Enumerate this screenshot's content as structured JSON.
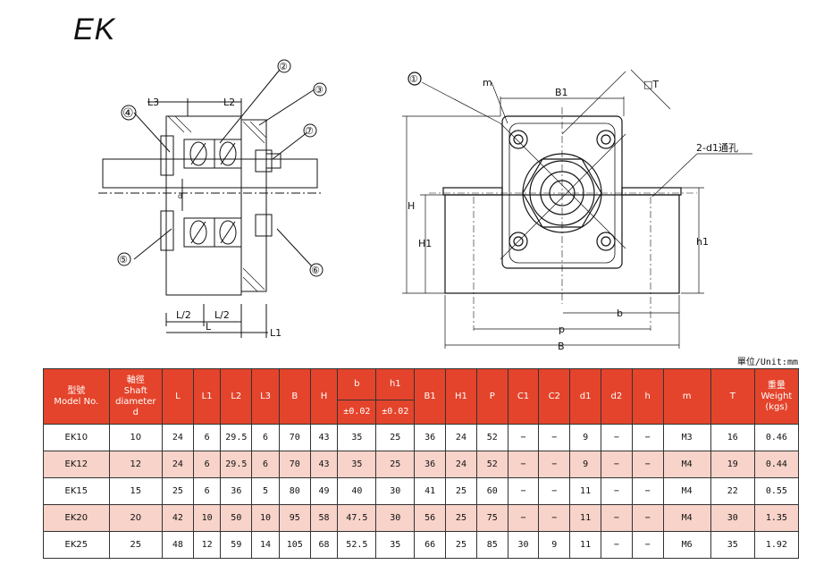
{
  "title": "EK",
  "unit_label": "單位/Unit:mm",
  "left_drawing": {
    "callouts": [
      "②",
      "③",
      "④",
      "⑦",
      "⑤",
      "⑥"
    ],
    "dims": [
      "L3",
      "L2",
      "L/2",
      "L/2",
      "L",
      "L1",
      "d"
    ]
  },
  "right_drawing": {
    "callouts": [
      "①"
    ],
    "labels": [
      "m",
      "B1",
      "□T",
      "2-d1通孔",
      "H",
      "H1",
      "h1",
      "b",
      "p",
      "B"
    ]
  },
  "table": {
    "headers": [
      {
        "key": "model",
        "lines": [
          "型號",
          "Model No."
        ]
      },
      {
        "key": "shaft",
        "lines": [
          "軸徑",
          "Shaft",
          "diameter",
          "d"
        ]
      },
      {
        "key": "L",
        "lines": [
          "L"
        ]
      },
      {
        "key": "L1",
        "lines": [
          "L1"
        ]
      },
      {
        "key": "L2",
        "lines": [
          "L2"
        ]
      },
      {
        "key": "L3",
        "lines": [
          "L3"
        ]
      },
      {
        "key": "B",
        "lines": [
          "B"
        ]
      },
      {
        "key": "H",
        "lines": [
          "H"
        ]
      },
      {
        "key": "b",
        "lines": [
          "b"
        ],
        "sub": "±0.02"
      },
      {
        "key": "h1",
        "lines": [
          "h1"
        ],
        "sub": "±0.02"
      },
      {
        "key": "B1",
        "lines": [
          "B1"
        ]
      },
      {
        "key": "H1",
        "lines": [
          "H1"
        ]
      },
      {
        "key": "P",
        "lines": [
          "P"
        ]
      },
      {
        "key": "C1",
        "lines": [
          "C1"
        ]
      },
      {
        "key": "C2",
        "lines": [
          "C2"
        ]
      },
      {
        "key": "d1",
        "lines": [
          "d1"
        ]
      },
      {
        "key": "d2",
        "lines": [
          "d2"
        ]
      },
      {
        "key": "h",
        "lines": [
          "h"
        ]
      },
      {
        "key": "m",
        "lines": [
          "m"
        ]
      },
      {
        "key": "T",
        "lines": [
          "T"
        ]
      },
      {
        "key": "weight",
        "lines": [
          "重量",
          "Weight",
          "(kgs)"
        ]
      }
    ],
    "rows": [
      [
        "EK10",
        "10",
        "24",
        "6",
        "29.5",
        "6",
        "70",
        "43",
        "35",
        "25",
        "36",
        "24",
        "52",
        "−",
        "−",
        "9",
        "−",
        "−",
        "M3",
        "16",
        "0.46"
      ],
      [
        "EK12",
        "12",
        "24",
        "6",
        "29.5",
        "6",
        "70",
        "43",
        "35",
        "25",
        "36",
        "24",
        "52",
        "−",
        "−",
        "9",
        "−",
        "−",
        "M4",
        "19",
        "0.44"
      ],
      [
        "EK15",
        "15",
        "25",
        "6",
        "36",
        "5",
        "80",
        "49",
        "40",
        "30",
        "41",
        "25",
        "60",
        "−",
        "−",
        "11",
        "−",
        "−",
        "M4",
        "22",
        "0.55"
      ],
      [
        "EK20",
        "20",
        "42",
        "10",
        "50",
        "10",
        "95",
        "58",
        "47.5",
        "30",
        "56",
        "25",
        "75",
        "−",
        "−",
        "11",
        "−",
        "−",
        "M4",
        "30",
        "1.35"
      ],
      [
        "EK25",
        "25",
        "48",
        "12",
        "59",
        "14",
        "105",
        "68",
        "52.5",
        "35",
        "66",
        "25",
        "85",
        "30",
        "9",
        "11",
        "−",
        "−",
        "M6",
        "35",
        "1.92"
      ]
    ]
  },
  "colors": {
    "header_bg": "#e4442b",
    "alt_row": "#f7d3c9"
  }
}
